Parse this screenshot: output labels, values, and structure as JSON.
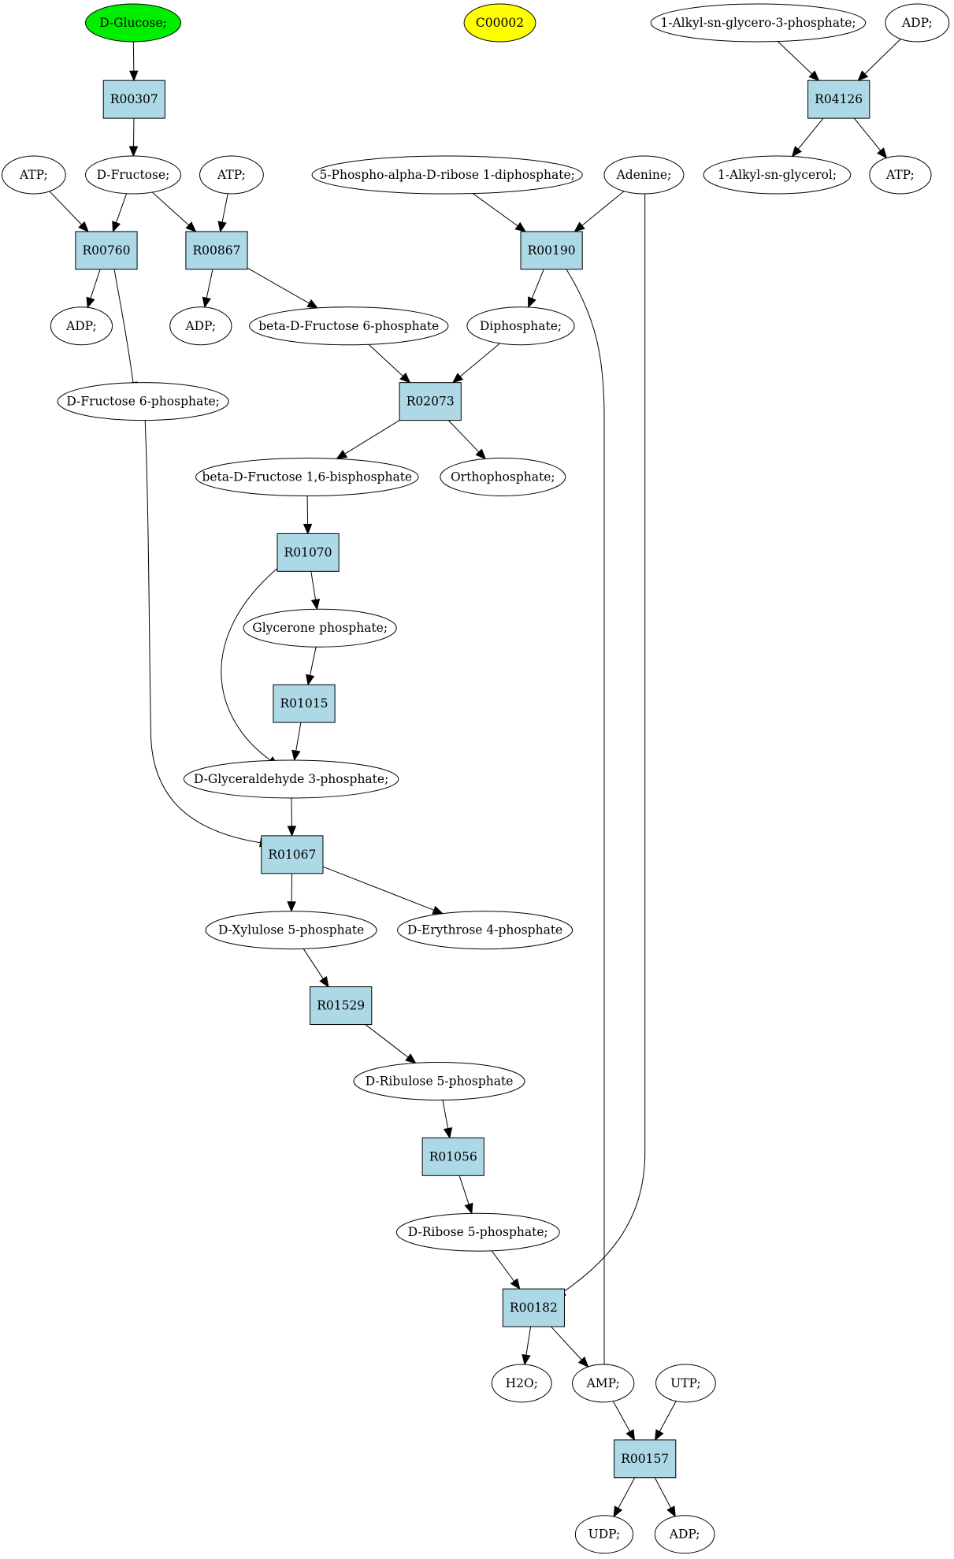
{
  "graph": {
    "colors": {
      "start": "#00ee00",
      "highlight": "#ffff00",
      "reaction": "#add8e6"
    },
    "compounds": {
      "dglucose": "D-Glucose;",
      "c00002": "C00002",
      "alkyl3p": "1-Alkyl-sn-glycero-3-phosphate;",
      "adp_r04126": "ADP;",
      "atp_r00760": "ATP;",
      "dfructose": "D-Fructose;",
      "atp_r00867": "ATP;",
      "prpp": "5-Phospho-alpha-D-ribose 1-diphosphate;",
      "adenine": "Adenine;",
      "alkylglycerol": "1-Alkyl-sn-glycerol;",
      "atp_r04126": "ATP;",
      "adp_r00760": "ADP;",
      "adp_r00867": "ADP;",
      "bfru6p": "beta-D-Fructose 6-phosphate",
      "diphosphate": "Diphosphate;",
      "dfru6p": "D-Fructose 6-phosphate;",
      "bfru16bp": "beta-D-Fructose 1,6-bisphosphate",
      "orthophosphate": "Orthophosphate;",
      "glyceronep": "Glycerone phosphate;",
      "g3p": "D-Glyceraldehyde 3-phosphate;",
      "xu5p": "D-Xylulose 5-phosphate",
      "e4p": "D-Erythrose 4-phosphate",
      "ru5p": "D-Ribulose 5-phosphate",
      "r5p": "D-Ribose 5-phosphate;",
      "h2o": "H2O;",
      "amp": "AMP;",
      "utp": "UTP;",
      "udp": "UDP;",
      "adp_r00157": "ADP;"
    },
    "reactions": {
      "r00307": "R00307",
      "r04126": "R04126",
      "r00760": "R00760",
      "r00867": "R00867",
      "r00190": "R00190",
      "r02073": "R02073",
      "r01070": "R01070",
      "r01015": "R01015",
      "r01067": "R01067",
      "r01529": "R01529",
      "r01056": "R01056",
      "r00182": "R00182",
      "r00157": "R00157"
    },
    "edges": [
      [
        "dglucose",
        "r00307"
      ],
      [
        "r00307",
        "dfructose"
      ],
      [
        "alkyl3p",
        "r04126"
      ],
      [
        "adp_r04126",
        "r04126"
      ],
      [
        "r04126",
        "alkylglycerol"
      ],
      [
        "r04126",
        "atp_r04126"
      ],
      [
        "atp_r00760",
        "r00760"
      ],
      [
        "dfructose",
        "r00760"
      ],
      [
        "dfructose",
        "r00867"
      ],
      [
        "atp_r00867",
        "r00867"
      ],
      [
        "prpp",
        "r00190"
      ],
      [
        "adenine",
        "r00190"
      ],
      [
        "r00760",
        "adp_r00760"
      ],
      [
        "r00760",
        "dfru6p"
      ],
      [
        "r00867",
        "adp_r00867"
      ],
      [
        "r00867",
        "bfru6p"
      ],
      [
        "r00190",
        "diphosphate"
      ],
      [
        "r00190",
        "amp"
      ],
      [
        "bfru6p",
        "r02073"
      ],
      [
        "diphosphate",
        "r02073"
      ],
      [
        "r02073",
        "bfru16bp"
      ],
      [
        "r02073",
        "orthophosphate"
      ],
      [
        "bfru16bp",
        "r01070"
      ],
      [
        "r01070",
        "glyceronep"
      ],
      [
        "r01070",
        "g3p"
      ],
      [
        "glyceronep",
        "r01015"
      ],
      [
        "r01015",
        "g3p"
      ],
      [
        "g3p",
        "r01067"
      ],
      [
        "dfru6p",
        "r01067"
      ],
      [
        "r01067",
        "xu5p"
      ],
      [
        "r01067",
        "e4p"
      ],
      [
        "xu5p",
        "r01529"
      ],
      [
        "r01529",
        "ru5p"
      ],
      [
        "ru5p",
        "r01056"
      ],
      [
        "r01056",
        "r5p"
      ],
      [
        "r5p",
        "r00182"
      ],
      [
        "adenine",
        "r00182"
      ],
      [
        "r00182",
        "h2o"
      ],
      [
        "r00182",
        "amp"
      ],
      [
        "amp",
        "r00157"
      ],
      [
        "utp",
        "r00157"
      ],
      [
        "r00157",
        "udp"
      ],
      [
        "r00157",
        "adp_r00157"
      ]
    ]
  }
}
